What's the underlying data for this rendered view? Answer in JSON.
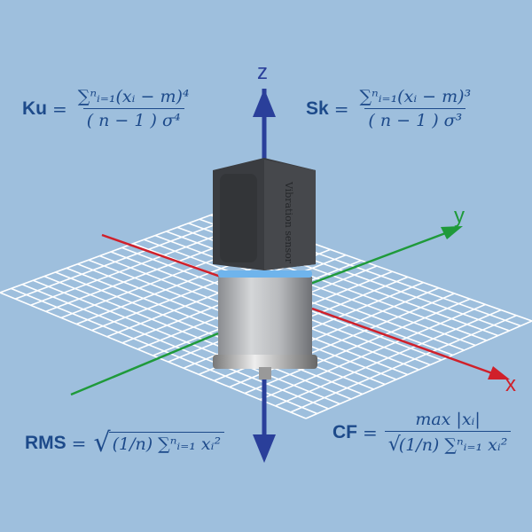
{
  "axes": {
    "x_label": "x",
    "y_label": "y",
    "z_label": "z",
    "colors": {
      "x": "#d0202a",
      "y": "#1f9a3a",
      "z": "#2a3f9a"
    }
  },
  "sensor": {
    "text": "Vibration sensor",
    "ring_color": "#6fb4ec"
  },
  "formulas": {
    "ku": {
      "label": "Ku",
      "eq": "=",
      "num": "∑ⁿᵢ₌₁(xᵢ − m)⁴",
      "den": "( n − 1 ) σ⁴"
    },
    "sk": {
      "label": "Sk",
      "eq": "=",
      "num": "∑ⁿᵢ₌₁(xᵢ − m)³",
      "den": "( n − 1 ) σ³"
    },
    "rms": {
      "label": "RMS",
      "eq": "=",
      "body": "(1/n) ∑ⁿᵢ₌₁ xᵢ²"
    },
    "cf": {
      "label": "CF",
      "eq": "=",
      "num": "max |xᵢ|",
      "den": "(1/n) ∑ⁿᵢ₌₁ xᵢ²"
    }
  },
  "background": "#9ebfdd"
}
